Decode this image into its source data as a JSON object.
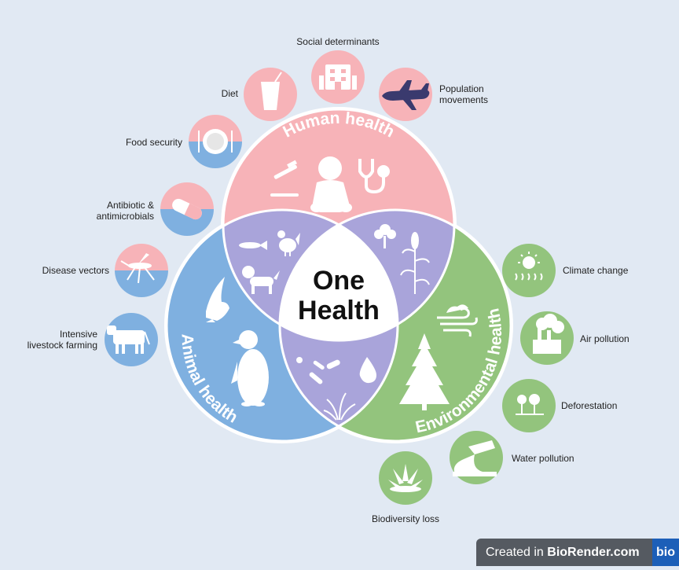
{
  "colors": {
    "human": "#f7b3b8",
    "animal": "#7fb0e0",
    "environment": "#93c47d",
    "overlap": "#a9a4da",
    "center": "#ffffff",
    "background": "#e1e9f3"
  },
  "center": {
    "line1": "One",
    "line2": "Health"
  },
  "circles": {
    "human": "Human health",
    "animal": "Animal health",
    "environment": "Environmental health"
  },
  "factors": {
    "social_determinants": "Social determinants",
    "diet": "Diet",
    "population_movements_1": "Population",
    "population_movements_2": "movements",
    "food_security": "Food security",
    "antibiotic_1": "Antibiotic &",
    "antibiotic_2": "antimicrobials",
    "disease_vectors": "Disease vectors",
    "livestock_1": "Intensive",
    "livestock_2": "livestock farming",
    "climate_change": "Climate change",
    "air_pollution": "Air pollution",
    "deforestation": "Deforestation",
    "water_pollution": "Water pollution",
    "biodiversity_loss": "Biodiversity loss"
  },
  "icons": [
    "hospital-icon",
    "glass-icon",
    "airplane-icon",
    "plate-icon",
    "pill-icon",
    "mosquito-icon",
    "cow-icon",
    "sun-icon",
    "factory-icon",
    "trees-icon",
    "pipe-icon",
    "succulent-icon",
    "baby-icon",
    "stethoscope-icon",
    "toothbrush-icon",
    "fish-icon",
    "chicken-icon",
    "dog-icon",
    "bird-icon",
    "penguin-icon",
    "bacteria-icon",
    "water-drop-icon",
    "grass-icon",
    "wind-icon",
    "pine-tree-icon",
    "corn-icon",
    "flower-tree-icon"
  ],
  "watermark": {
    "prefix": "Created in ",
    "brand": "BioRender.com",
    "logo": "bio"
  }
}
